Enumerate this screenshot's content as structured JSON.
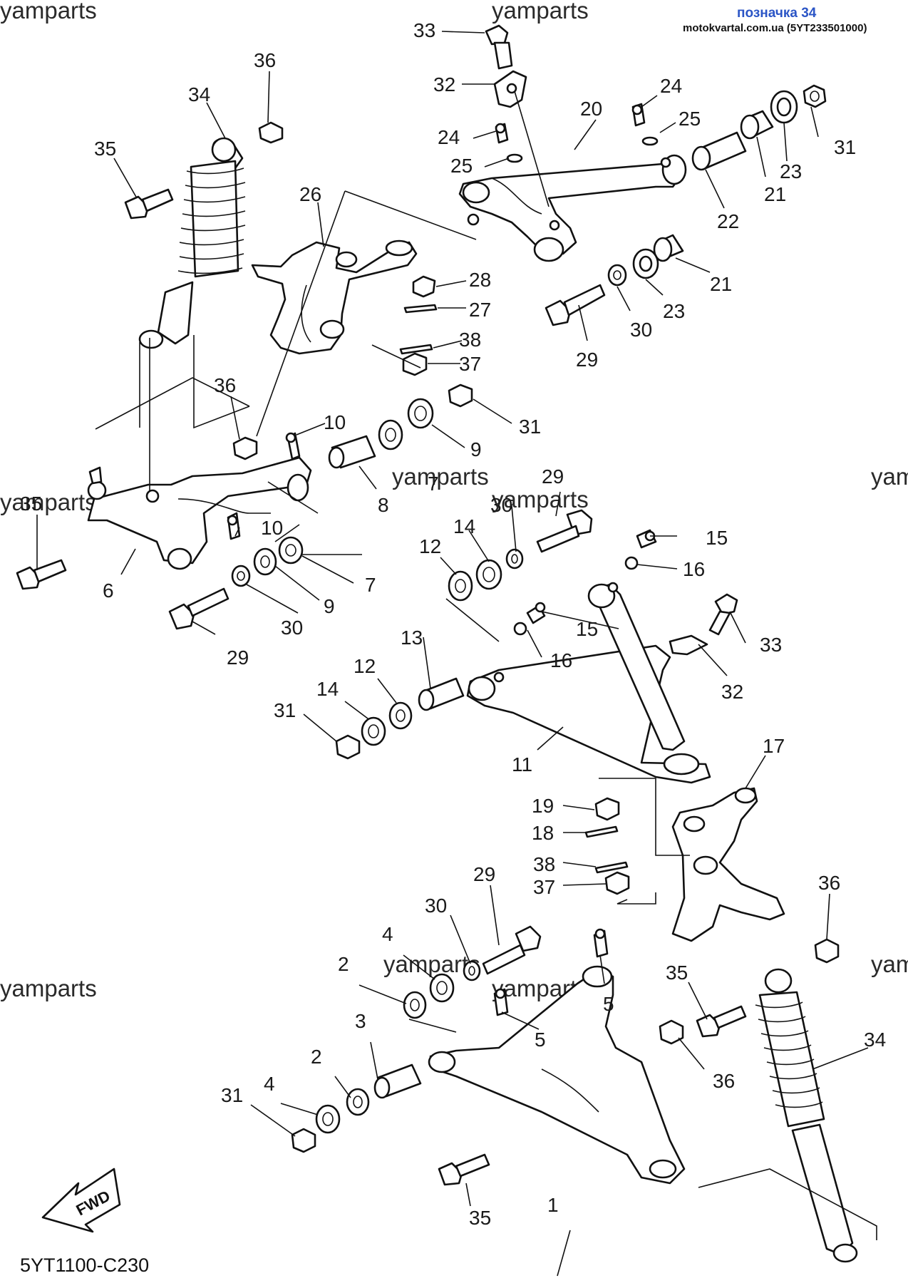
{
  "header": {
    "ref_label": "позначка 34",
    "source": "motokvartal.com.ua (5YT233501000)"
  },
  "watermark": "yamparts",
  "diagram_code": "5YT1100-C230",
  "fwd_label": "FWD",
  "callouts": [
    {
      "id": "c33a",
      "text": "33"
    },
    {
      "id": "c32a",
      "text": "32"
    },
    {
      "id": "c20",
      "text": "20"
    },
    {
      "id": "c24a",
      "text": "24"
    },
    {
      "id": "c25a",
      "text": "25"
    },
    {
      "id": "c24b",
      "text": "24"
    },
    {
      "id": "c25b",
      "text": "25"
    },
    {
      "id": "c31a",
      "text": "31"
    },
    {
      "id": "c23a",
      "text": "23"
    },
    {
      "id": "c21a",
      "text": "21"
    },
    {
      "id": "c22",
      "text": "22"
    },
    {
      "id": "c21b",
      "text": "21"
    },
    {
      "id": "c23b",
      "text": "23"
    },
    {
      "id": "c30a",
      "text": "30"
    },
    {
      "id": "c29a",
      "text": "29"
    },
    {
      "id": "c36a",
      "text": "36"
    },
    {
      "id": "c34a",
      "text": "34"
    },
    {
      "id": "c35a",
      "text": "35"
    },
    {
      "id": "c26",
      "text": "26"
    },
    {
      "id": "c28",
      "text": "28"
    },
    {
      "id": "c27",
      "text": "27"
    },
    {
      "id": "c38a",
      "text": "38"
    },
    {
      "id": "c37a",
      "text": "37"
    },
    {
      "id": "c36b",
      "text": "36"
    },
    {
      "id": "c10a",
      "text": "10"
    },
    {
      "id": "c31b",
      "text": "31"
    },
    {
      "id": "c9a",
      "text": "9"
    },
    {
      "id": "c8",
      "text": "8"
    },
    {
      "id": "c7a",
      "text": "7"
    },
    {
      "id": "c35b",
      "text": "35"
    },
    {
      "id": "c10b",
      "text": "10"
    },
    {
      "id": "c7b",
      "text": "7"
    },
    {
      "id": "c9b",
      "text": "9"
    },
    {
      "id": "c6",
      "text": "6"
    },
    {
      "id": "c30b",
      "text": "30"
    },
    {
      "id": "c29b",
      "text": "29"
    },
    {
      "id": "c29c",
      "text": "29"
    },
    {
      "id": "c30c",
      "text": "30"
    },
    {
      "id": "c14a",
      "text": "14"
    },
    {
      "id": "c12a",
      "text": "12"
    },
    {
      "id": "c15a",
      "text": "15"
    },
    {
      "id": "c16a",
      "text": "16"
    },
    {
      "id": "c15b",
      "text": "15"
    },
    {
      "id": "c16b",
      "text": "16"
    },
    {
      "id": "c33b",
      "text": "33"
    },
    {
      "id": "c32b",
      "text": "32"
    },
    {
      "id": "c13",
      "text": "13"
    },
    {
      "id": "c12b",
      "text": "12"
    },
    {
      "id": "c14b",
      "text": "14"
    },
    {
      "id": "c31c",
      "text": "31"
    },
    {
      "id": "c11",
      "text": "11"
    },
    {
      "id": "c17",
      "text": "17"
    },
    {
      "id": "c19",
      "text": "19"
    },
    {
      "id": "c18",
      "text": "18"
    },
    {
      "id": "c38b",
      "text": "38"
    },
    {
      "id": "c37b",
      "text": "37"
    },
    {
      "id": "c36c",
      "text": "36"
    },
    {
      "id": "c29d",
      "text": "29"
    },
    {
      "id": "c30d",
      "text": "30"
    },
    {
      "id": "c4a",
      "text": "4"
    },
    {
      "id": "c2a",
      "text": "2"
    },
    {
      "id": "c5a",
      "text": "5"
    },
    {
      "id": "c5b",
      "text": "5"
    },
    {
      "id": "c35c",
      "text": "35"
    },
    {
      "id": "c3",
      "text": "3"
    },
    {
      "id": "c2b",
      "text": "2"
    },
    {
      "id": "c4b",
      "text": "4"
    },
    {
      "id": "c31d",
      "text": "31"
    },
    {
      "id": "c36d",
      "text": "36"
    },
    {
      "id": "c34b",
      "text": "34"
    },
    {
      "id": "c1",
      "text": "1"
    },
    {
      "id": "c35d",
      "text": "35"
    }
  ]
}
